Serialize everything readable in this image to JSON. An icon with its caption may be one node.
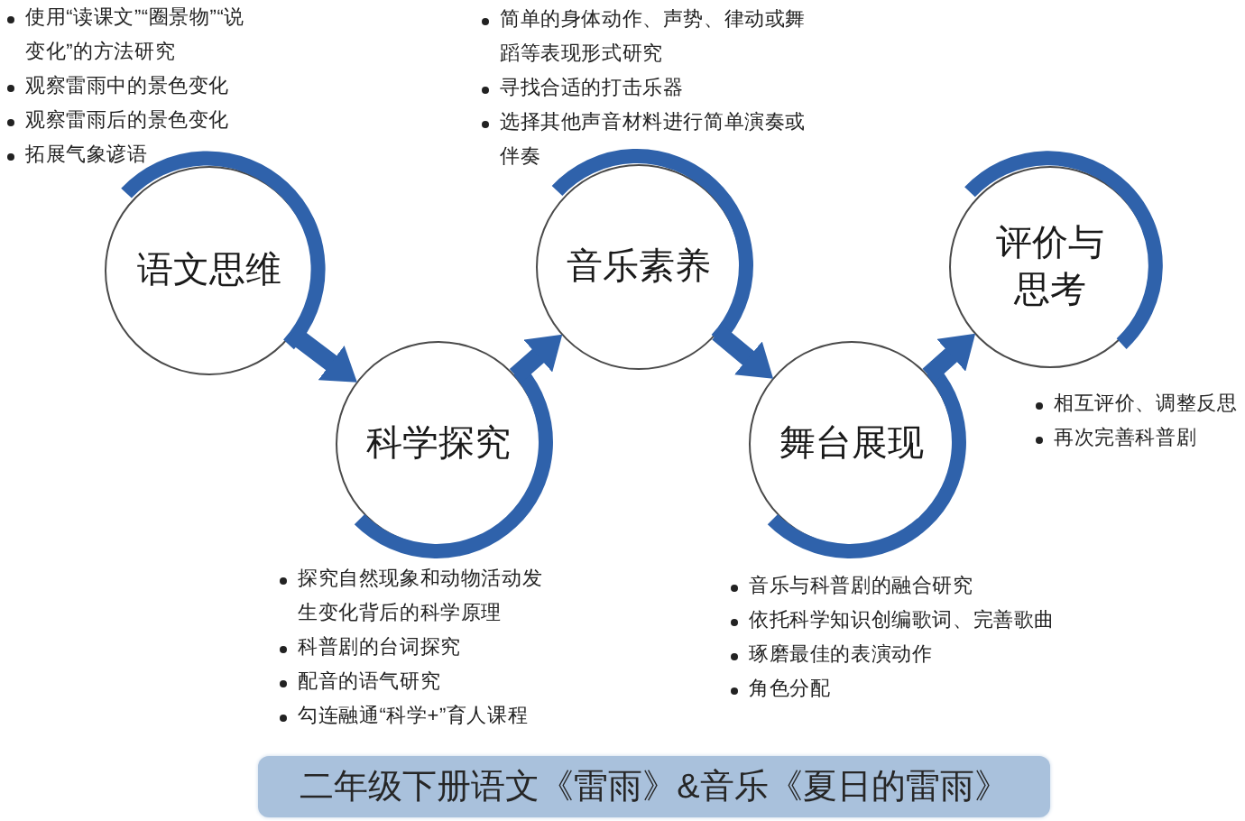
{
  "diagram": {
    "title": "二年级下册语文《雷雨》&音乐《夏日的雷雨》",
    "nodes": [
      {
        "text": [
          "语文思维"
        ],
        "beside": [
          "使用“读课文”“圈景物”“说变化”的方法研究",
          "观察雷雨中的景色变化",
          "观察雷雨后的景色变化",
          "拓展气象谚语"
        ]
      },
      {
        "text": [
          "科学探究"
        ],
        "beside": [
          "探究自然现象和动物活动发生变化背后的科学原理",
          "科普剧的台词探究",
          "配音的语气研究",
          "勾连融通“科学+”育人课程"
        ]
      },
      {
        "text": [
          "音乐素养"
        ],
        "beside": [
          "简单的身体动作、声势、律动或舞蹈等表现形式研究",
          "寻找合适的打击乐器",
          "选择其他声音材料进行简单演奏或伴奏"
        ]
      },
      {
        "text": [
          "舞台展现"
        ],
        "beside": [
          "音乐与科普剧的融合研究",
          "依托科学知识创编歌词、完善歌曲",
          "琢磨最佳的表演动作",
          "角色分配"
        ]
      },
      {
        "text": [
          "评价与思考"
        ],
        "beside": [
          "相互评价、调整反思",
          "再次完善科普剧"
        ]
      }
    ],
    "edges": [
      {
        "from": 0,
        "to": 1,
        "arrow": "to"
      },
      {
        "from": 1,
        "to": 2,
        "arrow": "to"
      },
      {
        "from": 2,
        "to": 3,
        "arrow": "to"
      },
      {
        "from": 3,
        "to": 4,
        "arrow": "to"
      }
    ]
  }
}
